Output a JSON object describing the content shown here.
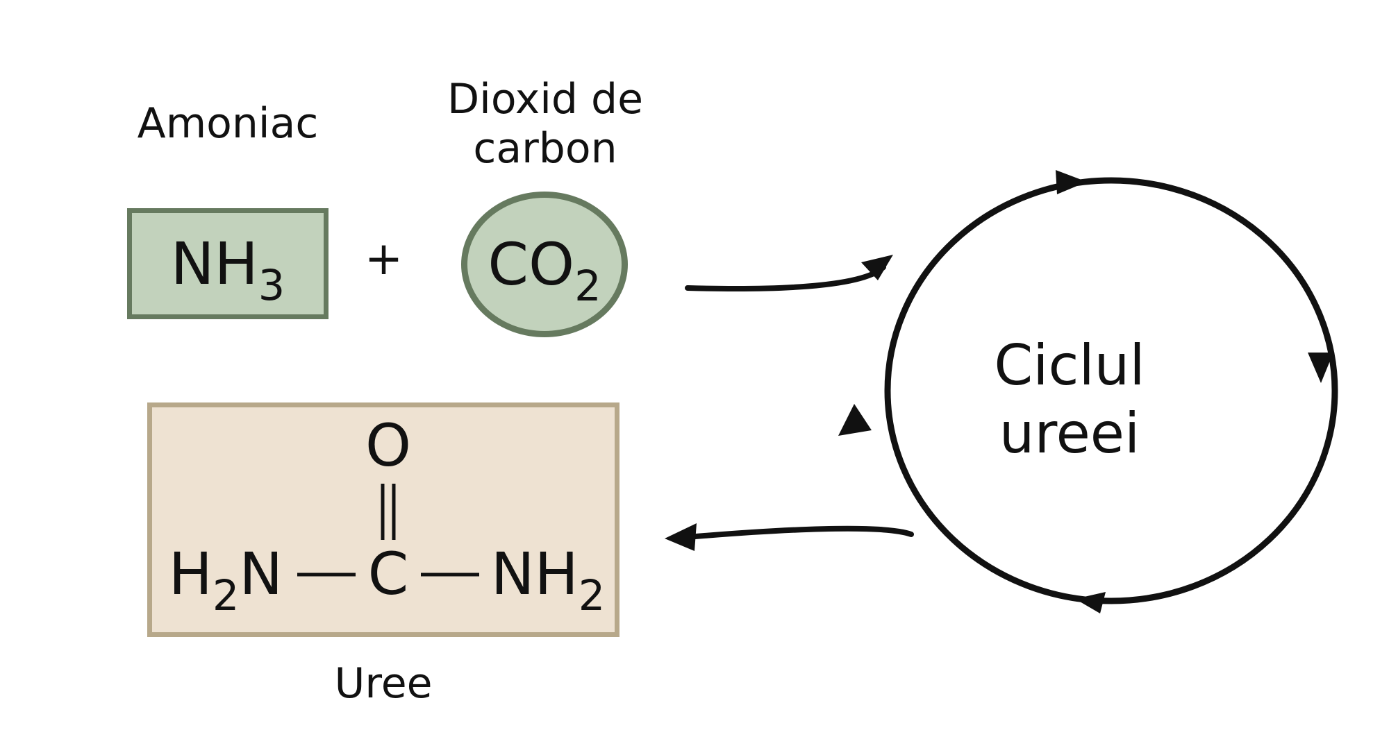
{
  "reactants": {
    "ammonia": {
      "label": "Amoniac",
      "formula_main": "NH",
      "formula_sub": "3"
    },
    "plus": "+",
    "co2": {
      "label_line1": "Dioxid de",
      "label_line2": "carbon",
      "formula_main": "CO",
      "formula_sub": "2"
    }
  },
  "cycle": {
    "line1": "Ciclul",
    "line2": "ureei"
  },
  "product": {
    "label": "Uree",
    "oxygen": "O",
    "carbon": "C",
    "left_group_h": "H",
    "left_group_sub": "2",
    "left_group_n": "N",
    "right_group_main": "NH",
    "right_group_sub": "2"
  },
  "colors": {
    "reactant_fill": "#c2d2bc",
    "reactant_border": "#667a5f",
    "product_fill": "#eee2d2",
    "product_border": "#b7a88a",
    "arrows": "#111111"
  }
}
